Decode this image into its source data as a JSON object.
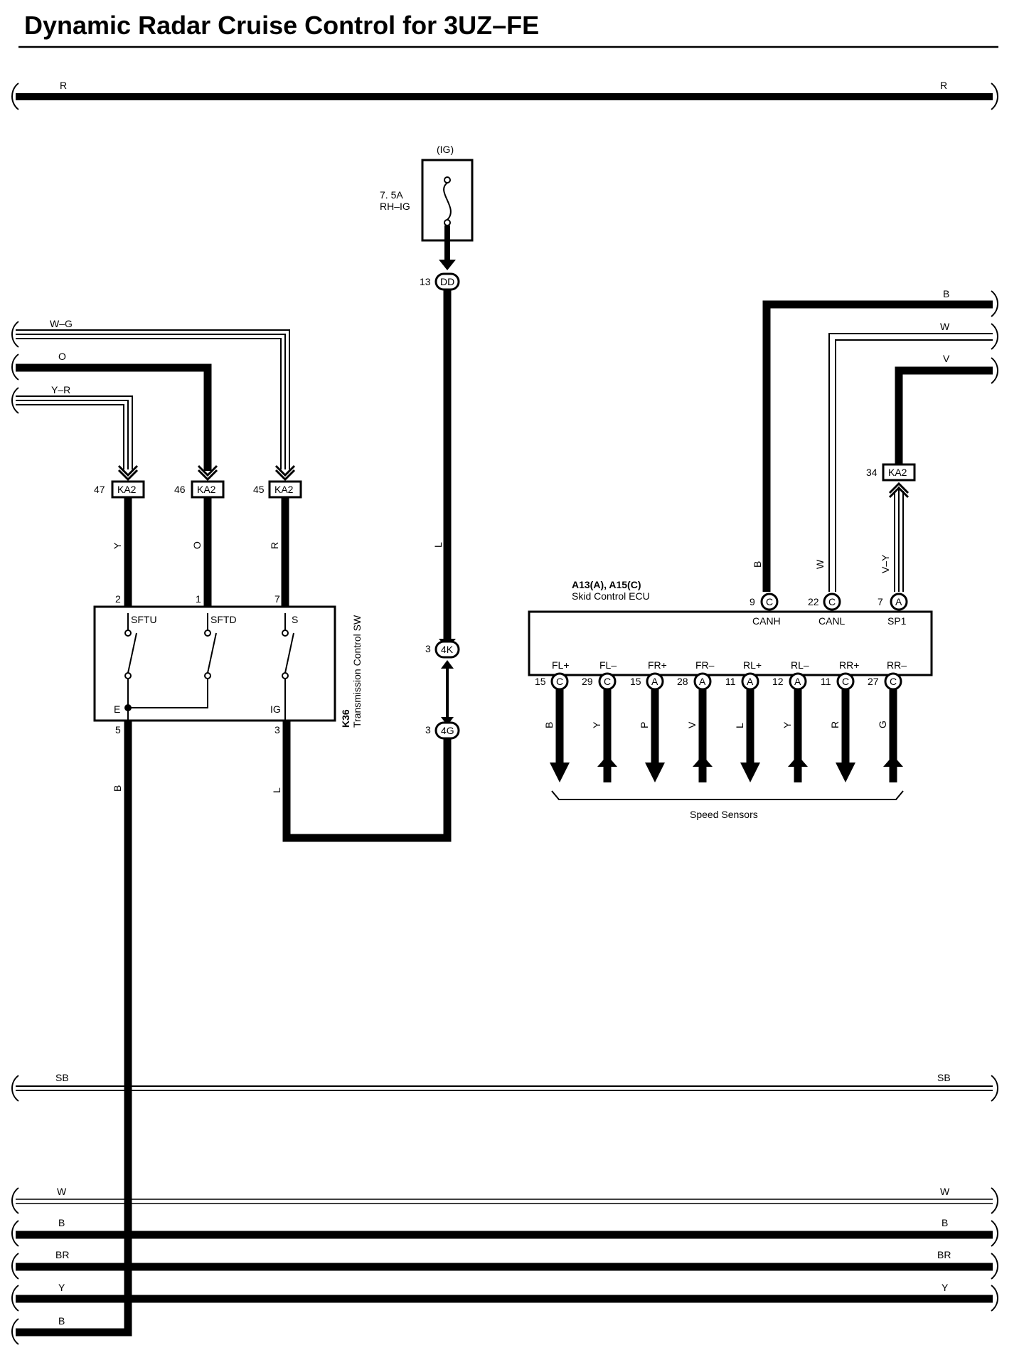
{
  "title": "Dynamic Radar Cruise Control for 3UZ–FE",
  "bus_labels": {
    "top_r": "R",
    "sb": "SB",
    "w": "W",
    "b": "B",
    "br": "BR",
    "y": "Y",
    "b_bottom": "B"
  },
  "fuse": {
    "circuit": "(IG)",
    "rating": "7. 5A",
    "name": "RH–IG",
    "connector": "DD",
    "pin": "13"
  },
  "left_wires": {
    "w_g": "W–G",
    "o": "O",
    "y_r": "Y–R"
  },
  "ka2_connectors": [
    {
      "pin": "47",
      "code": "KA2",
      "wire": "Y"
    },
    {
      "pin": "46",
      "code": "KA2",
      "wire": "O"
    },
    {
      "pin": "45",
      "code": "KA2",
      "wire": "R"
    }
  ],
  "transmission_sw": {
    "id": "K36",
    "name": "Transmission Control SW",
    "terminals": [
      "SFTU",
      "SFTD",
      "S",
      "E",
      "IG"
    ],
    "pins": {
      "sftu": "2",
      "sftd": "1",
      "s": "7",
      "e": "5",
      "ig": "3"
    },
    "wire_e": "B",
    "wire_ig": "L"
  },
  "junctions": [
    {
      "pin": "3",
      "code": "4K"
    },
    {
      "pin": "3",
      "code": "4G"
    }
  ],
  "center_wire": "L",
  "ecu": {
    "id": "A13(A), A15(C)",
    "name": "Skid Control ECU",
    "top_pins": [
      {
        "terminal": "CANH",
        "pin": "9",
        "conn": "C",
        "wire": "B"
      },
      {
        "terminal": "CANL",
        "pin": "22",
        "conn": "C",
        "wire": "W"
      },
      {
        "terminal": "SP1",
        "pin": "7",
        "conn": "A",
        "wire": "V–Y"
      }
    ],
    "bottom_pins": [
      {
        "terminal": "FL+",
        "pin": "15",
        "conn": "C",
        "wire": "B"
      },
      {
        "terminal": "FL–",
        "pin": "29",
        "conn": "C",
        "wire": "Y"
      },
      {
        "terminal": "FR+",
        "pin": "15",
        "conn": "A",
        "wire": "P"
      },
      {
        "terminal": "FR–",
        "pin": "28",
        "conn": "A",
        "wire": "V"
      },
      {
        "terminal": "RL+",
        "pin": "11",
        "conn": "A",
        "wire": "L"
      },
      {
        "terminal": "RL–",
        "pin": "12",
        "conn": "A",
        "wire": "Y"
      },
      {
        "terminal": "RR+",
        "pin": "11",
        "conn": "C",
        "wire": "R"
      },
      {
        "terminal": "RR–",
        "pin": "27",
        "conn": "C",
        "wire": "G"
      }
    ],
    "sensor_group": "Speed Sensors"
  },
  "right_wires": {
    "b": "B",
    "w": "W",
    "v": "V"
  },
  "sp1_connector": {
    "pin": "34",
    "code": "KA2"
  }
}
